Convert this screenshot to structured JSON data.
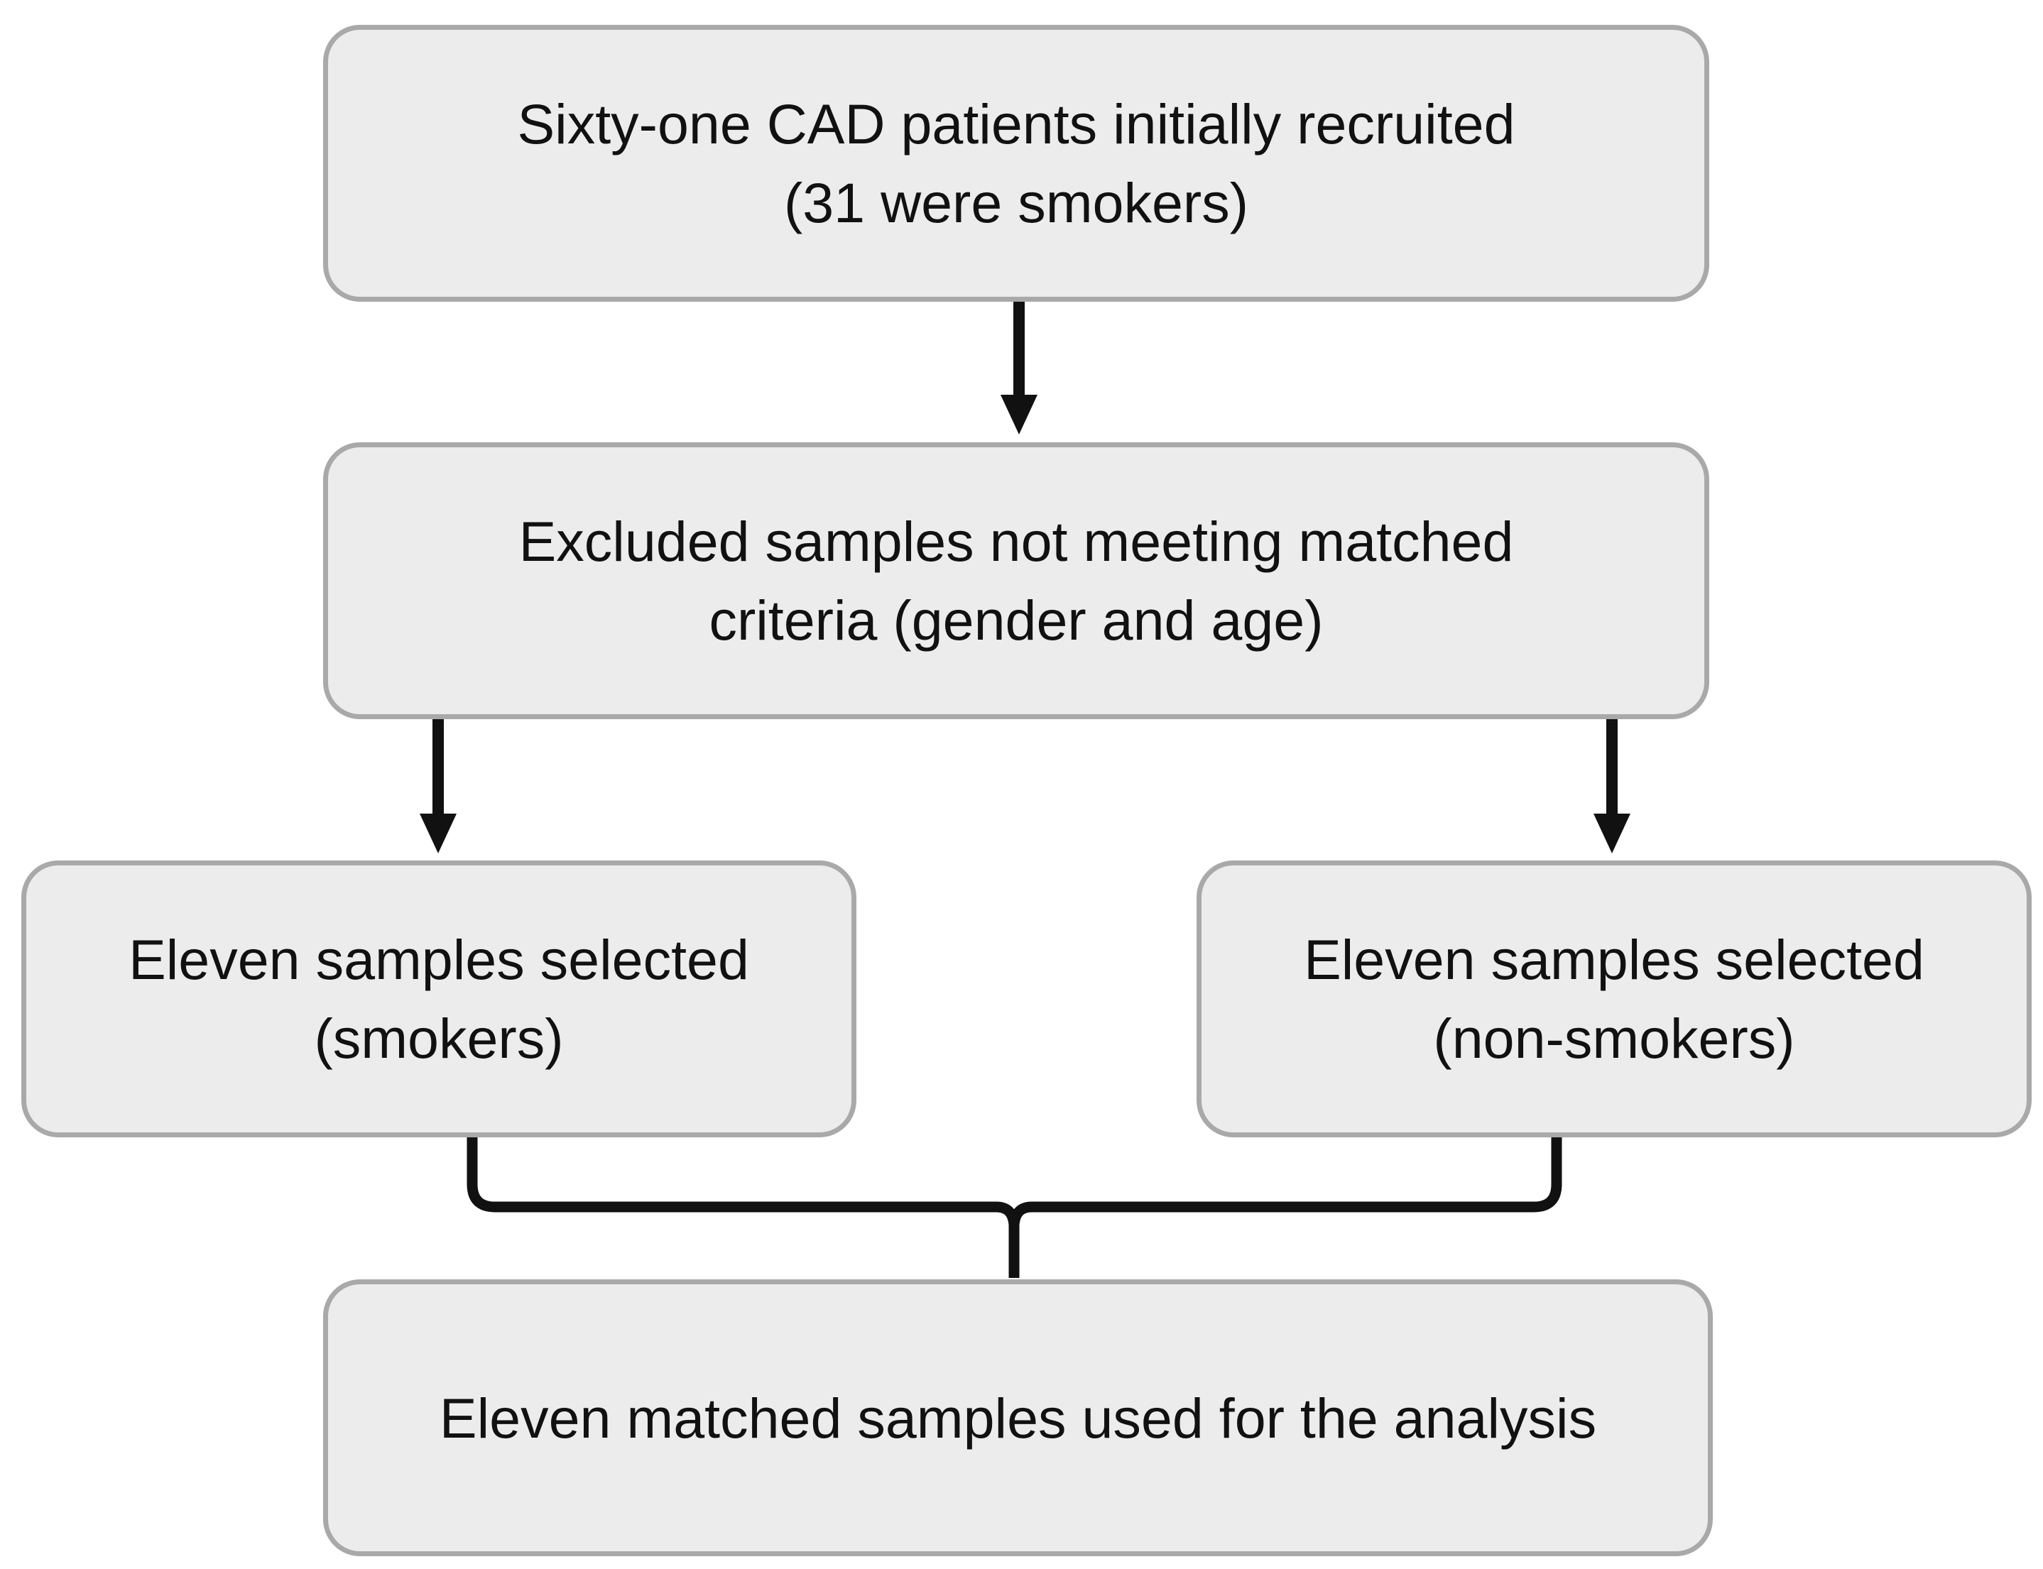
{
  "flowchart": {
    "nodes": {
      "recruited": {
        "line1": "Sixty-one CAD patients initially recruited",
        "line2": "(31 were smokers)"
      },
      "excluded": {
        "line1": "Excluded samples not meeting matched",
        "line2": "criteria (gender and age)"
      },
      "smokers": {
        "line1": "Eleven samples selected",
        "line2": "(smokers)"
      },
      "nonsmokers": {
        "line1": "Eleven samples selected",
        "line2": "(non-smokers)"
      },
      "analysis": {
        "line1": "Eleven matched samples used for the analysis"
      }
    },
    "colors": {
      "box_fill": "#ececec",
      "box_border": "#a9a9a9",
      "arrow": "#111111",
      "text": "#111111"
    }
  }
}
